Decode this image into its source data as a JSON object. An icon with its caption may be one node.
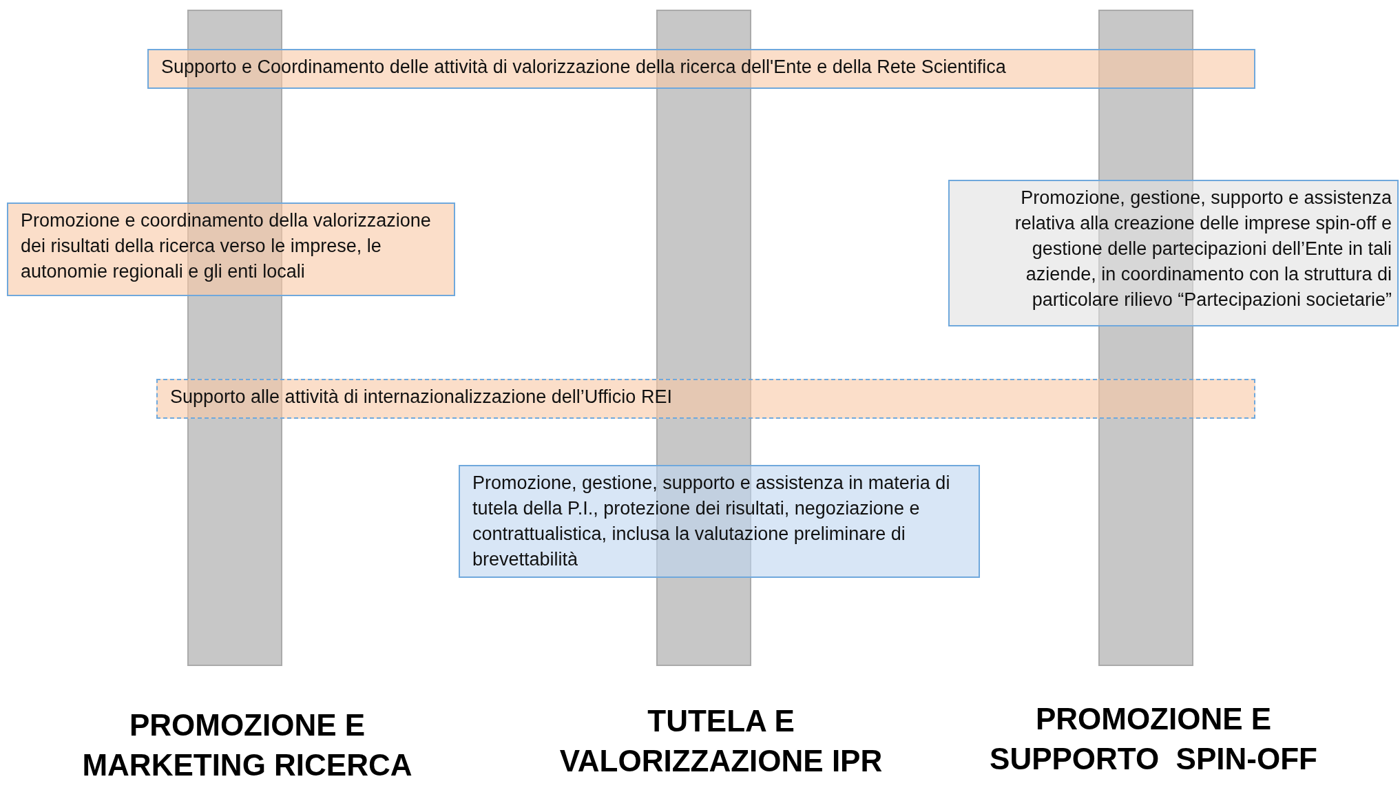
{
  "diagram": {
    "nodes": [
      {
        "text": [
          "PROMOZIONE E MARKETING RICERCA"
        ]
      },
      {
        "text": [
          "TUTELA E VALORIZZAZIONE IPR"
        ]
      },
      {
        "text": [
          "PROMOZIONE E SUPPORTO  SPIN-OFF"
        ]
      },
      {
        "text": [
          "Supporto e Coordinamento delle attività di valorizzazione della ricerca dell'Ente e della Rete Scientifica"
        ]
      },
      {
        "text": [
          "Promozione, gestione, supporto e assistenza relativa alla creazione delle imprese spin-off e gestione delle partecipazioni dell’Ente in tali aziende, in coordinamento con la struttura di particolare rilievo “Partecipazioni societarie”"
        ]
      },
      {
        "text": [
          "Promozione e coordinamento della valorizzazione dei risultati della ricerca verso le imprese, le autonomie regionali e gli enti locali"
        ]
      },
      {
        "text": [
          "Supporto alle attività di internazionalizzazione dell’Ufficio REI"
        ]
      },
      {
        "text": [
          "Promozione, gestione, supporto e assistenza  in materia di tutela della P.I., protezione dei risultati, negoziazione e contrattualistica, inclusa la valutazione preliminare di brevettabilità"
        ]
      }
    ],
    "edges": []
  }
}
